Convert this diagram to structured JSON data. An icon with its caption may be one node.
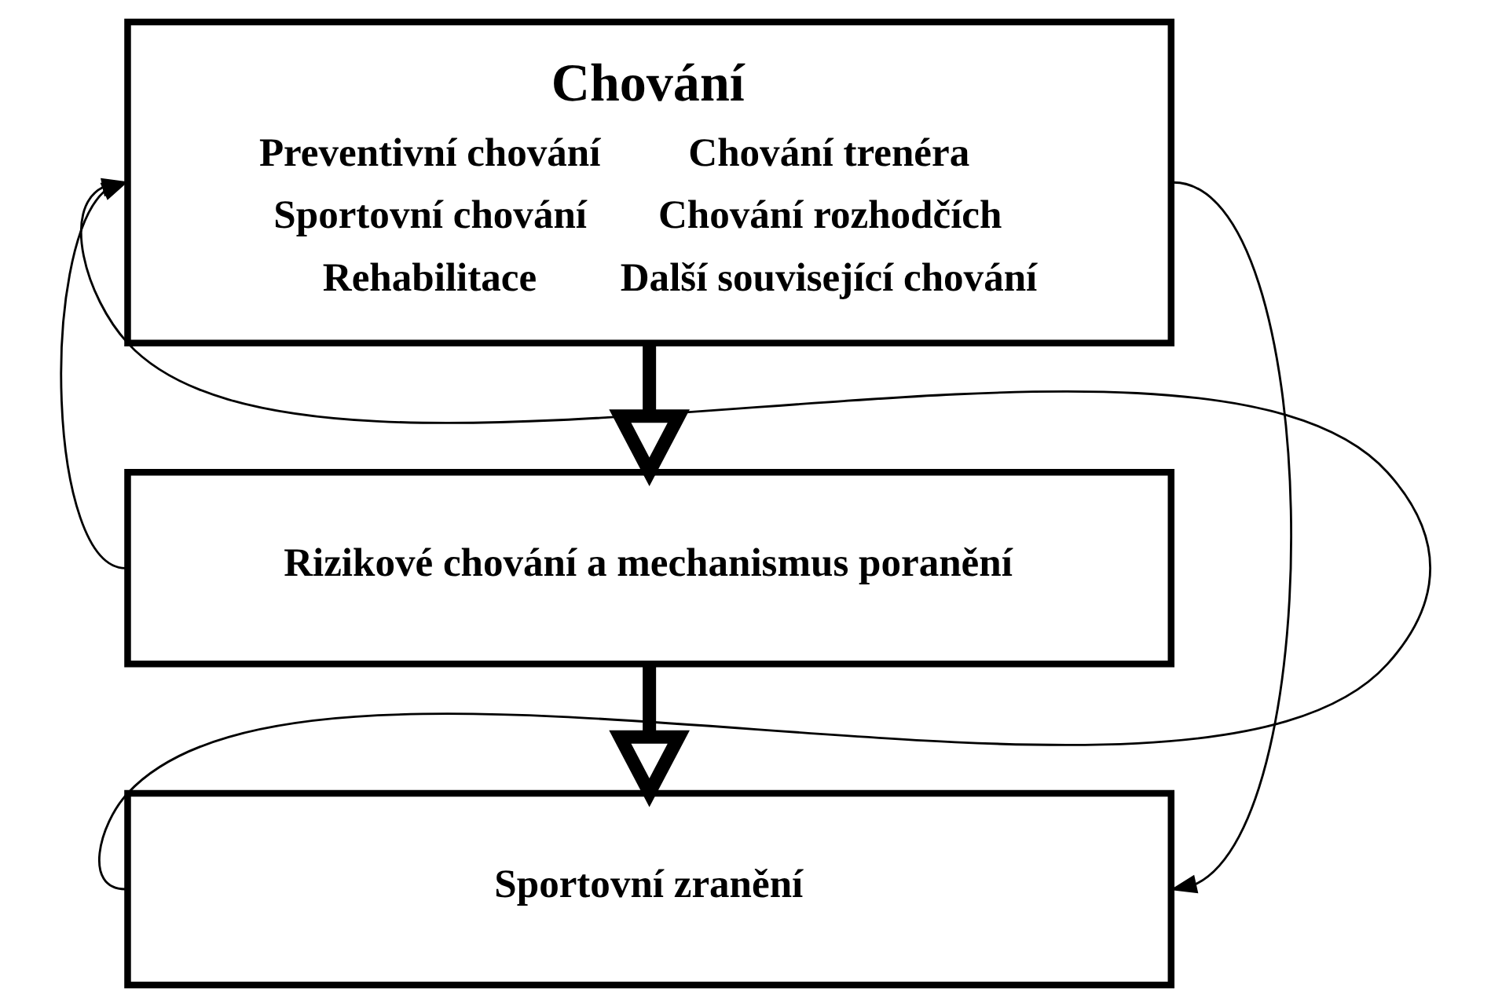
{
  "diagram": {
    "nodes": [
      {
        "text": [
          "Chování",
          "Preventivní chování",
          "Chování trenéra",
          "Sportovní chování",
          "Chování rozhodčích",
          "Rehabilitace",
          "Další související chování"
        ]
      },
      {
        "text": [
          "Rizikové chování a mechanismus poranění"
        ]
      },
      {
        "text": [
          "Sportovní zranění"
        ]
      }
    ],
    "edges": [
      {
        "from": 0,
        "to": 1,
        "arrow": "to",
        "style": "thick"
      },
      {
        "from": 1,
        "to": 2,
        "arrow": "to",
        "style": "thick"
      },
      {
        "from": 1,
        "to": 0,
        "arrow": "to"
      },
      {
        "from": 2,
        "to": 0,
        "arrow": "to"
      },
      {
        "from": 0,
        "to": 2,
        "arrow": "to"
      }
    ]
  }
}
